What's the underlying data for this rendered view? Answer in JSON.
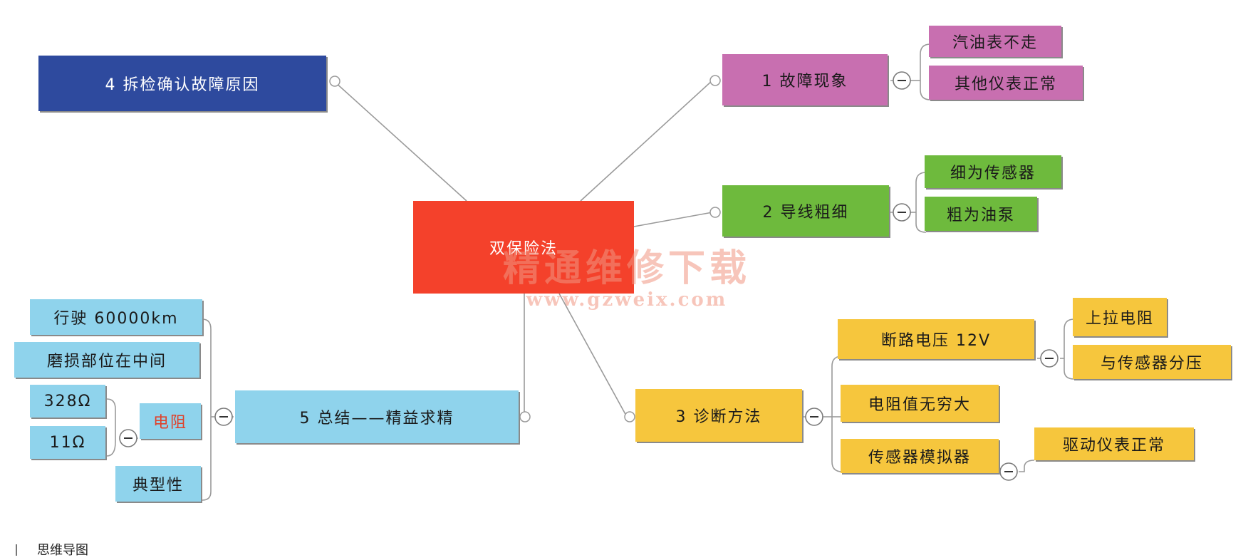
{
  "colors": {
    "center": "#f4412b",
    "branch1": "#c86fb0",
    "branch2": "#6eba3d",
    "branch3": "#f6c63d",
    "branch4": "#2e4a9e",
    "branch5": "#8fd3ec",
    "line": "#9a9a9a"
  },
  "center": {
    "label": "双保险法"
  },
  "branch1": {
    "label": "1 故障现象",
    "children": [
      "汽油表不走",
      "其他仪表正常"
    ]
  },
  "branch2": {
    "label": "2 导线粗细",
    "children": [
      "细为传感器",
      "粗为油泵"
    ]
  },
  "branch3": {
    "label": "3 诊断方法",
    "sub1": {
      "label": "断路电压 12V",
      "children": [
        "上拉电阻",
        "与传感器分压"
      ]
    },
    "sub2": {
      "label": "电阻值无穷大"
    },
    "sub3": {
      "label": "传感器模拟器",
      "children": [
        "驱动仪表正常"
      ]
    }
  },
  "branch4": {
    "label": "4 拆检确认故障原因"
  },
  "branch5": {
    "label": "5 总结——精益求精",
    "children": [
      "行驶 60000km",
      "磨损部位在中间",
      "电阻",
      "典型性"
    ],
    "resistance_children": [
      "328Ω",
      "11Ω"
    ]
  },
  "collapse_symbol": "−",
  "watermark": {
    "line1": "精通维修下载",
    "line2": "www.gzweix.com"
  },
  "caption": "思维导图"
}
